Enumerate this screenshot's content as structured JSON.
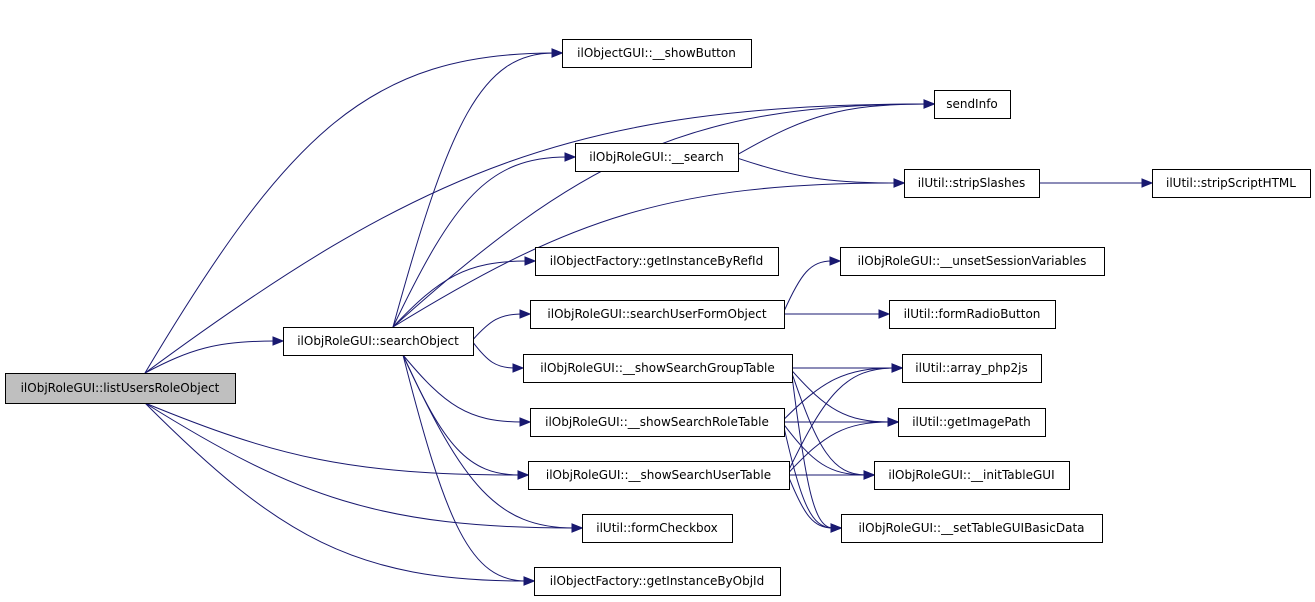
{
  "graph": {
    "type": "call-graph",
    "edge_color": "#191970",
    "root_fill": "#bfbfbf",
    "nodes": [
      {
        "id": "root",
        "label": "ilObjRoleGUI::listUsersRoleObject",
        "root": true
      },
      {
        "id": "searchObject",
        "label": "ilObjRoleGUI::searchObject"
      },
      {
        "id": "showButton",
        "label": "ilObjectGUI::__showButton"
      },
      {
        "id": "sendInfo",
        "label": "sendInfo"
      },
      {
        "id": "search",
        "label": "ilObjRoleGUI::__search"
      },
      {
        "id": "stripSlashes",
        "label": "ilUtil::stripSlashes"
      },
      {
        "id": "stripScriptHTML",
        "label": "ilUtil::stripScriptHTML"
      },
      {
        "id": "getInstanceByRefId",
        "label": "ilObjectFactory::getInstanceByRefId"
      },
      {
        "id": "unsetSessionVariables",
        "label": "ilObjRoleGUI::__unsetSessionVariables"
      },
      {
        "id": "searchUserFormObject",
        "label": "ilObjRoleGUI::searchUserFormObject"
      },
      {
        "id": "formRadioButton",
        "label": "ilUtil::formRadioButton"
      },
      {
        "id": "showSearchGroupTable",
        "label": "ilObjRoleGUI::__showSearchGroupTable"
      },
      {
        "id": "array_php2js",
        "label": "ilUtil::array_php2js"
      },
      {
        "id": "showSearchRoleTable",
        "label": "ilObjRoleGUI::__showSearchRoleTable"
      },
      {
        "id": "getImagePath",
        "label": "ilUtil::getImagePath"
      },
      {
        "id": "showSearchUserTable",
        "label": "ilObjRoleGUI::__showSearchUserTable"
      },
      {
        "id": "initTableGUI",
        "label": "ilObjRoleGUI::__initTableGUI"
      },
      {
        "id": "formCheckbox",
        "label": "ilUtil::formCheckbox"
      },
      {
        "id": "setTableGUIBasicData",
        "label": "ilObjRoleGUI::__setTableGUIBasicData"
      },
      {
        "id": "getInstanceByObjId",
        "label": "ilObjectFactory::getInstanceByObjId"
      }
    ],
    "edges": [
      {
        "from": "root",
        "to": "searchObject"
      },
      {
        "from": "root",
        "to": "showButton"
      },
      {
        "from": "root",
        "to": "sendInfo"
      },
      {
        "from": "root",
        "to": "showSearchUserTable"
      },
      {
        "from": "root",
        "to": "formCheckbox"
      },
      {
        "from": "root",
        "to": "getInstanceByObjId"
      },
      {
        "from": "searchObject",
        "to": "showButton"
      },
      {
        "from": "searchObject",
        "to": "sendInfo"
      },
      {
        "from": "searchObject",
        "to": "search"
      },
      {
        "from": "searchObject",
        "to": "stripSlashes"
      },
      {
        "from": "searchObject",
        "to": "getInstanceByRefId"
      },
      {
        "from": "searchObject",
        "to": "searchUserFormObject"
      },
      {
        "from": "searchObject",
        "to": "showSearchGroupTable"
      },
      {
        "from": "searchObject",
        "to": "showSearchRoleTable"
      },
      {
        "from": "searchObject",
        "to": "showSearchUserTable"
      },
      {
        "from": "searchObject",
        "to": "formCheckbox"
      },
      {
        "from": "searchObject",
        "to": "getInstanceByObjId"
      },
      {
        "from": "search",
        "to": "sendInfo"
      },
      {
        "from": "search",
        "to": "stripSlashes"
      },
      {
        "from": "stripSlashes",
        "to": "stripScriptHTML"
      },
      {
        "from": "searchUserFormObject",
        "to": "unsetSessionVariables"
      },
      {
        "from": "searchUserFormObject",
        "to": "formRadioButton"
      },
      {
        "from": "showSearchGroupTable",
        "to": "array_php2js"
      },
      {
        "from": "showSearchGroupTable",
        "to": "getImagePath"
      },
      {
        "from": "showSearchGroupTable",
        "to": "initTableGUI"
      },
      {
        "from": "showSearchGroupTable",
        "to": "setTableGUIBasicData"
      },
      {
        "from": "showSearchRoleTable",
        "to": "array_php2js"
      },
      {
        "from": "showSearchRoleTable",
        "to": "getImagePath"
      },
      {
        "from": "showSearchRoleTable",
        "to": "initTableGUI"
      },
      {
        "from": "showSearchRoleTable",
        "to": "setTableGUIBasicData"
      },
      {
        "from": "showSearchUserTable",
        "to": "array_php2js"
      },
      {
        "from": "showSearchUserTable",
        "to": "getImagePath"
      },
      {
        "from": "showSearchUserTable",
        "to": "initTableGUI"
      },
      {
        "from": "showSearchUserTable",
        "to": "setTableGUIBasicData"
      }
    ]
  }
}
